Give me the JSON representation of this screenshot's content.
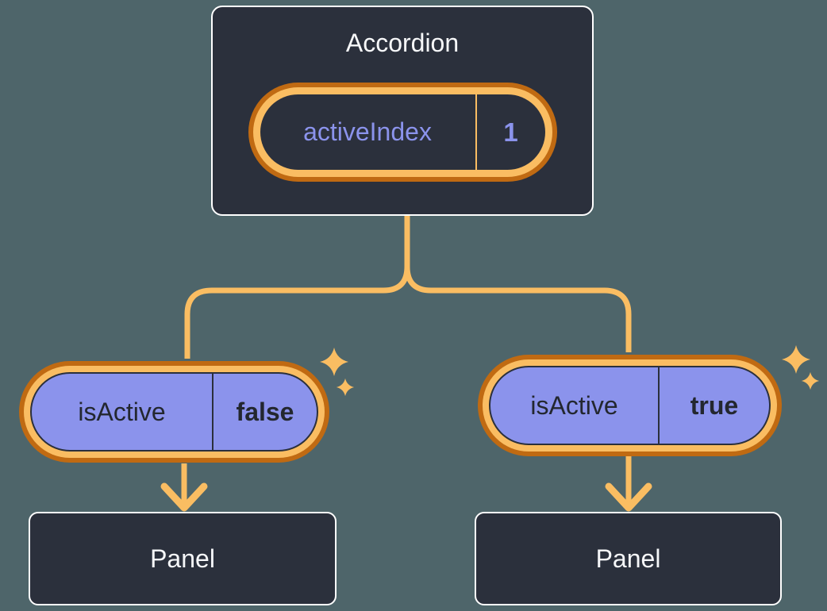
{
  "diagram": {
    "type": "react-component-state-tree",
    "root": {
      "title": "Accordion",
      "state": {
        "name": "activeIndex",
        "value": "1"
      }
    },
    "children": [
      {
        "state": {
          "name": "isActive",
          "value": "false"
        },
        "child": {
          "title": "Panel"
        }
      },
      {
        "state": {
          "name": "isActive",
          "value": "true"
        },
        "child": {
          "title": "Panel"
        }
      }
    ],
    "icons": [
      "sparkle-icon-root-large",
      "sparkle-icon-root-small",
      "sparkle-icon-left-large",
      "sparkle-icon-left-small",
      "sparkle-icon-right-large",
      "sparkle-icon-right-small",
      "down-arrow-icon-left",
      "down-arrow-icon-right"
    ],
    "colors": {
      "background": "#4E656A",
      "node_fill": "#2B303C",
      "node_border": "#FFFFFF",
      "text_light": "#F6F7F9",
      "text_dark": "#23272F",
      "purple": "#8B93EC",
      "orange_light": "#FABD62",
      "orange_dark": "#C06A12"
    }
  }
}
